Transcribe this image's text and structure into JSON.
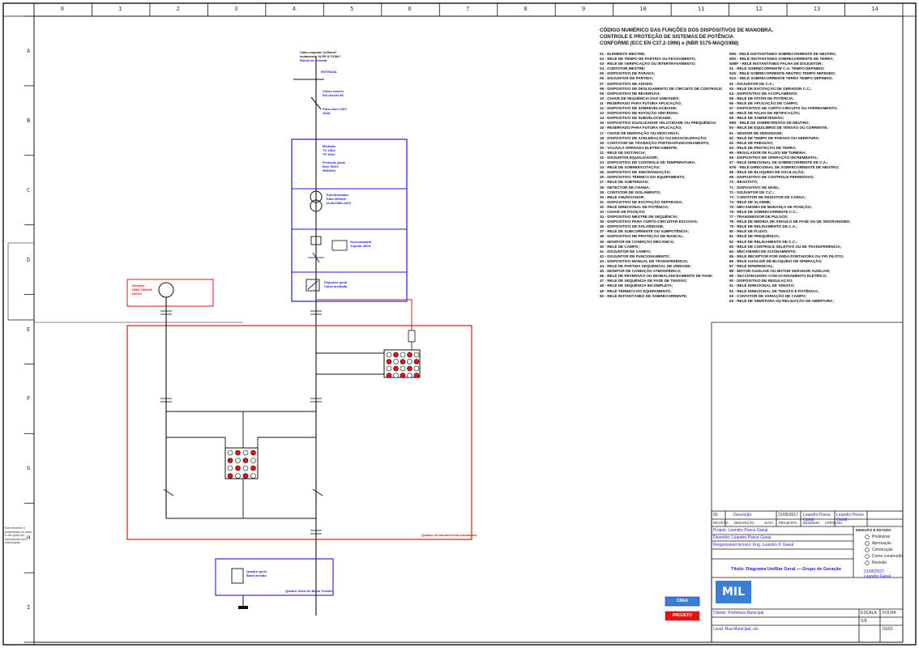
{
  "colors": {
    "frame": "#111111",
    "wire": "#111111",
    "blue_box": "#1a1ae6",
    "red_box": "#e01616",
    "tag_blue": "#1a1ae6",
    "tag_red": "#e01616"
  },
  "ruler": {
    "top": [
      "0",
      "1",
      "2",
      "3",
      "4",
      "5",
      "6",
      "7",
      "8",
      "9",
      "10",
      "11",
      "12",
      "13",
      "14"
    ],
    "left": [
      "A",
      "B",
      "C",
      "D",
      "E",
      "F",
      "G",
      "H",
      "I"
    ]
  },
  "legend": {
    "title_lines": [
      "CÓDIGO NUMÉRICO DAS FUNÇÕES DOS DISPOSITIVOS DE MANOBRA,",
      "CONTROLE E PROTEÇÃO DE SISTEMAS DE POTÊNCIA",
      "CONFORME (ECC EN C37.2-1996) e (NBR 5175-MAQ/1988)"
    ],
    "col1": [
      "01 - ELEMENTO MESTRE;",
      "02 - RELÉ DE TEMPO DE PARTIDA OU FECHAMENTO;",
      "03 - RELÉ DE VERIFICAÇÃO OU INTERTRAVAMENTO;",
      "04 - CONTATOR MESTRE;",
      "05 - DISPOSITIVO DE PARADA;",
      "06 - DISJUNTOR DE PARTIDA;",
      "07 - DISPOSITIVO DE ANODO;",
      "08 - DISPOSITIVO DE DESLIGAMENTO DE CIRCUITO DE CONTROLE;",
      "09 - DISPOSITIVO DE REVERSÃO;",
      "10 - CHAVE DE SEQUÊNCIA DAS UNIDADES;",
      "11 - RESERVADO PARA FUTURA APLICAÇÃO;",
      "12 - DISPOSITIVO DE SOBREVELOCIDADE;",
      "13 - DISPOSITIVO DE ROTAÇÃO SÍNCRONA;",
      "14 - DISPOSITIVO DE SUBVELOCIDADE;",
      "15 - DISPOSITIVO IGUALIZADOR VELOCIDADE OU FREQUÊNCIA;",
      "16 - RESERVADO PARA FUTURA APLICAÇÃO;",
      "17 - CHAVE DE DERIVAÇÃO OU DESCARGA;",
      "18 - DISPOSITIVO DE ACELERAÇÃO OU DESACELERAÇÃO;",
      "19 - CONTATOR DE TRANSIÇÃO PARTIDA/FUNCIONAMENTO;",
      "20 - VÁLVULA OPERADA ELETRICAMENTE;",
      "21 - RELÉ DE DISTÂNCIA;",
      "22 - DISJUNTOR EQUALIZADOR;",
      "23 - DISPOSITIVO DE CONTROLE DE TEMPERATURA;",
      "24 - RELÉ DE SOBREEXCITAÇÃO;",
      "25 - DISPOSITIVO DE SINCRONIZAÇÃO;",
      "26 - DISPOSITIVO TÉRMICO DO EQUIPAMENTO;",
      "27 - RELÉ DE SUBTENSÃO;",
      "28 - DETECTOR DE CHAMA;",
      "29 - CONTATOR DE ISOLAMENTO;",
      "30 - RELÉ ANUNCIADOR;",
      "31 - DISPOSITIVO DE EXCITAÇÃO SEPARADA;",
      "32 - RELÉ DIRECIONAL DE POTÊNCIA;",
      "33 - CHAVE DE POSIÇÃO;",
      "34 - DISPOSITIVO MESTRE DE SEQUÊNCIA;",
      "35 - DISPOSITIVO PARA CURTO-CIRCUITAR ESCOVAS;",
      "36 - DISPOSITIVO DE POLARIDADE;",
      "37 - RELÉ DE SUBCORRENTE OU SUBPOTÊNCIA;",
      "38 - DISPOSITIVO DE PROTEÇÃO DE MANCAL;",
      "39 - MONITOR DE CONDIÇÃO MECÂNICA;",
      "40 - RELÉ DE CAMPO;",
      "41 - DISJUNTOR DE CAMPO;",
      "42 - DISJUNTOR DE FUNCIONAMENTO;",
      "43 - DISPOSITIVO MANUAL DE TRANSFERÊNCIA;",
      "44 - RELÉ DE PARTIDA SEQUENCIAL DE UNIDADE;",
      "45 - MONITOR DE CONDIÇÃO ATMOSFÉRICA;",
      "46 - RELÉ DE REVERSÃO OU DESBALANCEAMENTO DE FASE;",
      "47 - RELÉ DE SEQUÊNCIA DE FASE DE TENSÃO;",
      "48 - RELÉ DE SEQUÊNCIA INCOMPLETA;",
      "49 - RELÉ TÉRMICO DO EQUIPAMENTO;",
      "50 - RELÉ INSTANTÂNEO DE SOBRECORRENTE;"
    ],
    "col2": [
      "50N - RELÉ INSTANTÂNEO SOBRECORRENTE DE NEUTRO;",
      "50G - RELÉ INSTANTÂNEO SOBRECORRENTE DE TERRA;",
      "50BF - RELÉ INSTANTÂNEO FALHA DE DISJUNTOR;",
      "51 - RELÉ SOBRECORRENTE C.A. TEMPO DEFINIDO;",
      "51N - RELÉ SOBRECORRENTE NEUTRO TEMPO DEFINIDO;",
      "51G - RELÉ SOBRECORRENTE TERRA TEMPO DEFINIDO;",
      "52 - DISJUNTOR DE C.A.;",
      "53 - RELÉ DE EXCITAÇÃO DE GERADOR C.C.;",
      "54 - DISPOSITIVO DE ACOPLAMENTO;",
      "55 - RELÉ DE FATOR DE POTÊNCIA;",
      "56 - RELÉ DE APLICAÇÃO DE CAMPO;",
      "57 - DISPOSITIVO DE CURTO-CIRCUITO OU ATERRAMENTO;",
      "58 - RELÉ DE FALHA DE RETIFICAÇÃO;",
      "59 - RELÉ DE SOBRETENSÃO;",
      "59N - RELÉ DE SOBRETENSÃO DE NEUTRO;",
      "60 - RELÉ DE EQUILÍBRIO DE TENSÃO OU CORRENTE;",
      "61 - SENSOR DE DENSIDADE;",
      "62 - RELÉ DE TEMPO DE PARADA OU ABERTURA;",
      "63 - RELÉ DE PRESSÃO;",
      "64 - RELÉ DE PROTEÇÃO DE TERRA;",
      "65 - REGULADOR DE FLUXO EM TURBINA;",
      "66 - DISPOSITIVO DE OPERAÇÃO INCREMENTAL;",
      "67 - RELÉ DIRECIONAL DE SOBRECORRENTE DE C.A.;",
      "67N - RELÉ DIRECIONAL DE SOBRECORRENTE DE NEUTRO;",
      "68 - RELÉ DE BLOQUEIO DE OSCILAÇÃO;",
      "69 - DISPOSITIVO DE CONTROLE PERMISSIVO;",
      "70 - REOSTATO;",
      "71 - DISPOSITIVO DE NÍVEL;",
      "72 - DISJUNTOR DE C.C.;",
      "73 - CONTATOR DE RESISTOR DE CARGA;",
      "74 - RELÉ DE ALARME;",
      "75 - MECANISMO DE MUDANÇA DE POSIÇÃO;",
      "76 - RELÉ DE SOBRECORRENTE C.C.;",
      "77 - TRANSMISSOR DE PULSOS;",
      "78 - RELÉ DE MEDIDA DE ÂNGULO DE FASE OU DE SINCRONISMO;",
      "79 - RELÉ DE RELIGAMENTO DE C.A.;",
      "80 - RELÉ DE FLUXO;",
      "81 - RELÉ DE FREQUÊNCIA;",
      "82 - RELÉ DE RELIGAMENTO DE C.C.;",
      "83 - RELÉ DE CONTROLE SELETIVO OU DE TRANSFERÊNCIA;",
      "84 - MECANISMO DE ACIONAMENTO;",
      "85 - RELÉ RECEPTOR POR ONDA PORTADORA OU FIO PILOTO;",
      "86 - RELÉ AUXILIAR DE BLOQUEIO DE OPERAÇÃO;",
      "87 - RELÉ DIFERENCIAL;",
      "88 - MOTOR AUXILIAR OU MOTOR GERADOR AUXILIAR;",
      "89 - SECCIONADORA COM ACIONAMENTO ELÉTRICO;",
      "90 - DISPOSITIVO DE REGULAÇÃO;",
      "91 - RELÉ DIRECIONAL DE TENSÃO;",
      "92 - RELÉ DIRECIONAL DE TENSÃO E POTÊNCIA;",
      "93 - CONTATOR DE VARIAÇÃO DE CAMPO;",
      "94 - RELÉ DE ABERTURA OU RELIGAÇÃO DE ABERTURA;"
    ]
  },
  "diagram_tags": {
    "top_feed": [
      "Cabo unipolar 1x25mm²",
      "Isolamento XLPE 8,7/15kV",
      "Ramal de entrada"
    ],
    "entrance": [
      "ENTRADA"
    ],
    "pole_switch": [
      "Chave fusível",
      "Elo fusível 6K"
    ],
    "arrester": [
      "Para-raios 12kV",
      "10kA"
    ],
    "cubicle_measure": [
      "Medição",
      "TC 15kV",
      "TP 15kV"
    ],
    "cubicle_prot": [
      "Proteção geral",
      "Relé 50/51",
      "50N/51N"
    ],
    "transformer": [
      "Transformador",
      "Trafo 300kVA",
      "13,8kV/380-220V"
    ],
    "disconnect": [
      "Seccionadora",
      "Tripolar 400A"
    ],
    "breaker": [
      "Disjuntor geral",
      "Caixa moldada"
    ],
    "left_panel": [
      "Gerador",
      "GMG 260kVA",
      "Diesel"
    ],
    "panel_label": [
      "Quadro de transferência automática"
    ],
    "bottom_panel": [
      "Quadro geral",
      "Baixa tensão"
    ],
    "bottom_label": [
      "Quadro Geral de Baixa Tensão"
    ]
  },
  "titleblock": {
    "rev_header": [
      "00",
      "Descrição",
      "21/05/2017",
      "Leandro Ponce Ganal",
      "Leandro Ponce Ganal"
    ],
    "rev_sub": [
      "REVISÃO",
      "DESCRIÇÃO",
      "DATA",
      "PROJETOU",
      "DESENHO",
      "APROVOU"
    ],
    "lines": [
      "Projeto: Leandro Ponce Ganal",
      "Desenho: Leandro Ponce Ganal",
      "Responsável técnico: Eng. Leandro P. Ganal",
      "Título: Diagrama Unifilar Geral — Grupo de Geração",
      "Cliente: Prefeitura Municipal",
      "Local: Rua Municipal, s/n"
    ],
    "status_header": "EMISSÃO E ESTADO",
    "status_options": [
      "Preliminar",
      "Aprovação",
      "Construção",
      "Como construído",
      "Revisão"
    ],
    "date_value": "21/05/2017",
    "author_value": "Leandro Ganal",
    "sheet_label": "FOLHA",
    "sheet_value": "01/01",
    "scale_label": "ESCALA",
    "scale_value": "S/E",
    "logo_text": "MIL",
    "stamp_top": "CREA",
    "stamp_bottom": "PROJETO"
  },
  "side_note": "Este desenho é propriedade do autor e não pode ser reproduzido sem autorização."
}
